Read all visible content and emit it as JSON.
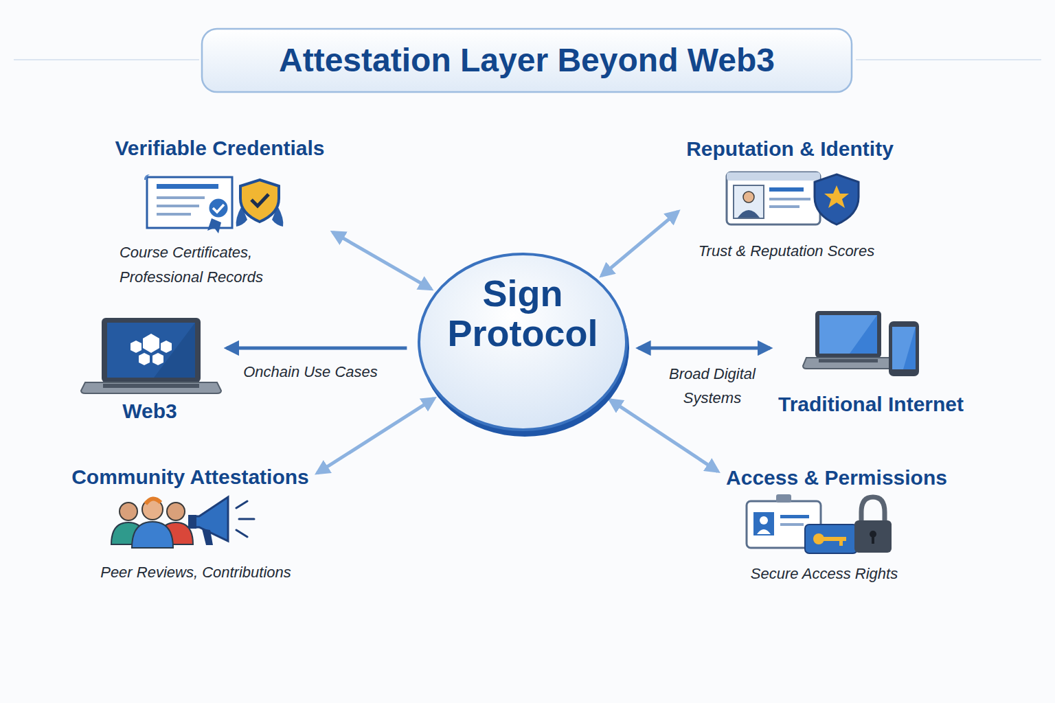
{
  "diagram": {
    "title": "Attestation Layer Beyond Web3",
    "nodes": [
      {
        "text": [
          "Verifiable Credentials",
          "Course Certificates, Professional Records"
        ]
      },
      {
        "text": [
          "Reputation & Identity",
          "Trust & Reputation Scores"
        ]
      },
      {
        "text": [
          "Web3"
        ]
      },
      {
        "text": [
          "Sign Protocol"
        ]
      },
      {
        "text": [
          "Traditional Internet"
        ]
      },
      {
        "text": [
          "Community Attestations",
          "Peer Reviews, Contributions"
        ]
      },
      {
        "text": [
          "Access & Permissions",
          "Secure Access Rights"
        ]
      }
    ],
    "edges": [
      {
        "from": 3,
        "to": 0,
        "arrow": "both"
      },
      {
        "from": 3,
        "to": 1,
        "arrow": "both"
      },
      {
        "from": 3,
        "to": 2,
        "arrow": "to",
        "label": "Onchain Use Cases"
      },
      {
        "from": 3,
        "to": 4,
        "arrow": "both",
        "label": "Broad Digital Systems"
      },
      {
        "from": 3,
        "to": 5,
        "arrow": "both"
      },
      {
        "from": 3,
        "to": 6,
        "arrow": "both"
      }
    ]
  }
}
